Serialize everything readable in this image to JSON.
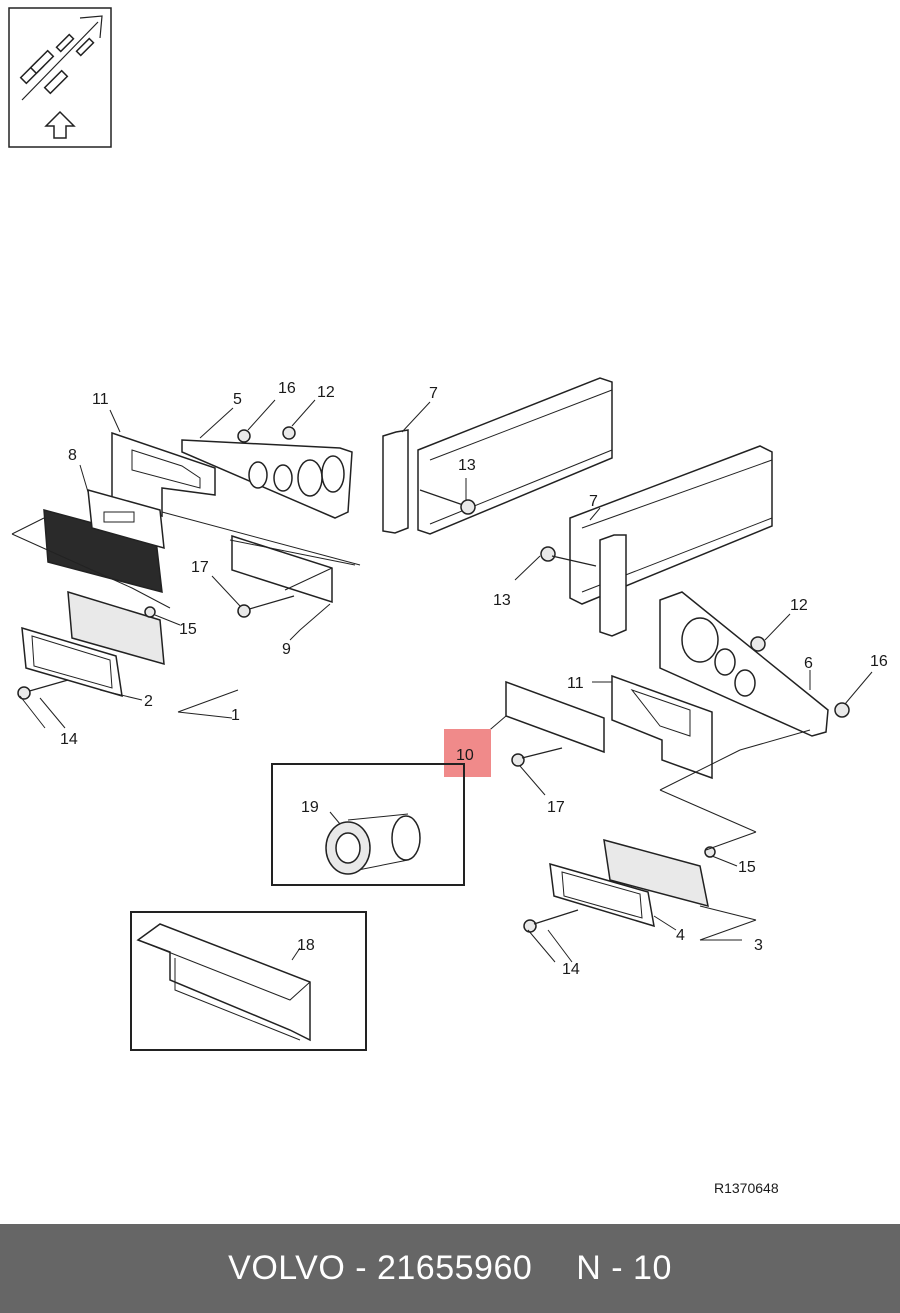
{
  "callouts": {
    "c1": "1",
    "c2": "2",
    "c3": "3",
    "c4": "4",
    "c5": "5",
    "c6": "6",
    "c7a": "7",
    "c7b": "7",
    "c8": "8",
    "c9": "9",
    "c10": "10",
    "c11a": "11",
    "c11b": "11",
    "c12a": "12",
    "c12b": "12",
    "c13a": "13",
    "c13b": "13",
    "c14a": "14",
    "c14b": "14",
    "c15a": "15",
    "c15b": "15",
    "c16a": "16",
    "c16b": "16",
    "c17a": "17",
    "c17b": "17",
    "c18": "18",
    "c19": "19"
  },
  "reference_code": "R1370648",
  "highlight_color": "#f08a8a",
  "footer": {
    "brand_part": "VOLVO - 21655960",
    "position": "N - 10"
  },
  "icons": [
    "vehicle-orientation-icon",
    "up-arrow-icon"
  ]
}
